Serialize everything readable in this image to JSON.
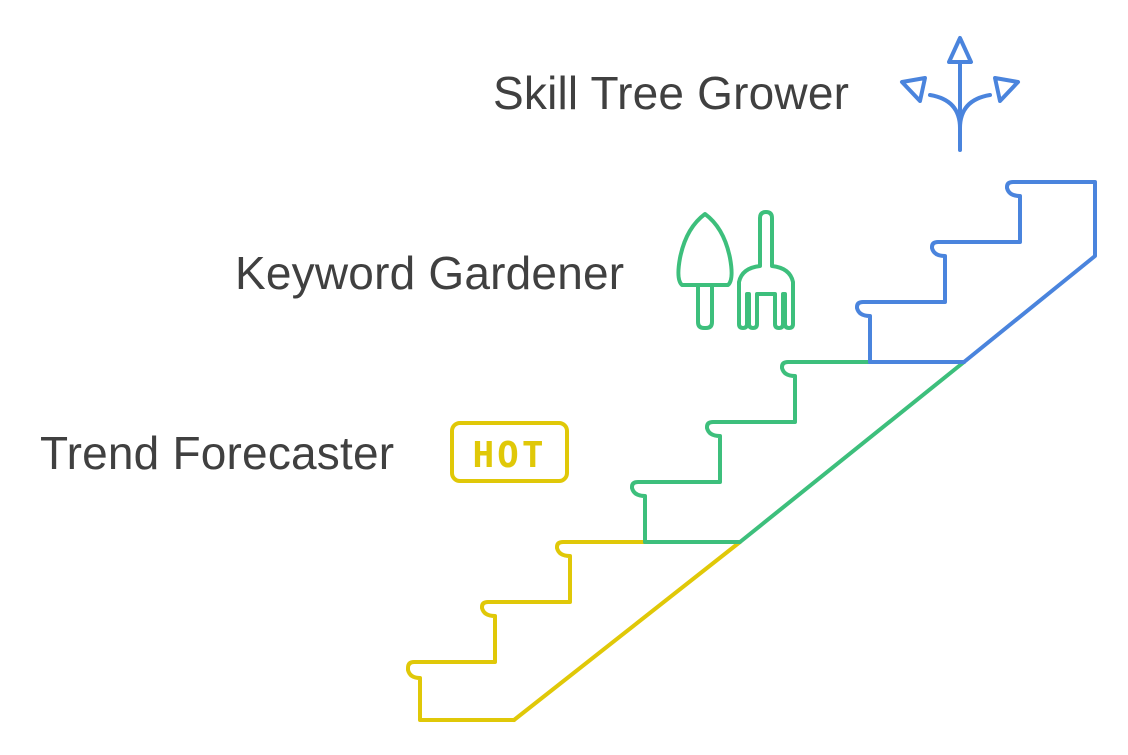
{
  "stages": [
    {
      "label": "Skill Tree Grower",
      "icon": "branching-arrows-icon",
      "color": "#4A84DD"
    },
    {
      "label": "Keyword Gardener",
      "icon": "trowel-and-fork-icon",
      "color": "#3DBF7C"
    },
    {
      "label": "Trend Forecaster",
      "icon": "hot-badge-icon",
      "color": "#E0C808",
      "badge_text": "HOT"
    }
  ]
}
